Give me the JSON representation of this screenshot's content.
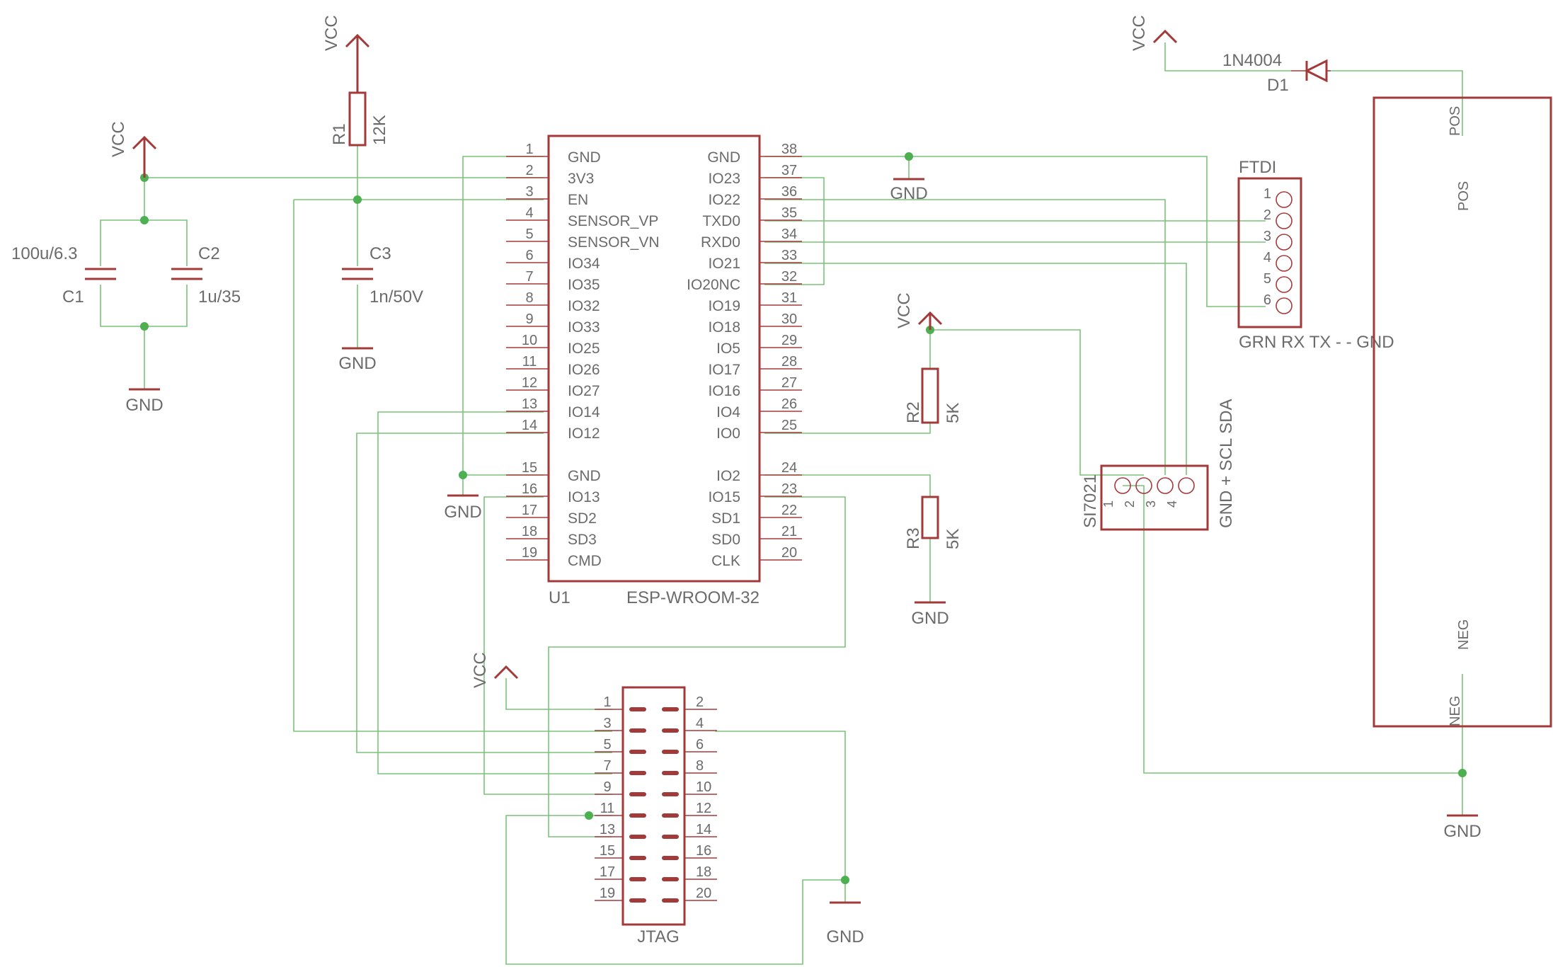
{
  "supplies": {
    "vcc": "VCC",
    "gnd": "GND"
  },
  "caps": {
    "c1": {
      "ref": "C1",
      "value": "100u/6.3"
    },
    "c2": {
      "ref": "C2",
      "value": "1u/35"
    },
    "c3": {
      "ref": "C3",
      "value": "1n/50V"
    }
  },
  "resistors": {
    "r1": {
      "ref": "R1",
      "value": "12K"
    },
    "r2": {
      "ref": "R2",
      "value": "5K"
    },
    "r3": {
      "ref": "R3",
      "value": "5K"
    }
  },
  "esp": {
    "ref": "U1",
    "value": "ESP-WROOM-32",
    "left_pins": [
      {
        "num": "1",
        "name": "GND"
      },
      {
        "num": "2",
        "name": "3V3"
      },
      {
        "num": "3",
        "name": "EN"
      },
      {
        "num": "4",
        "name": "SENSOR_VP"
      },
      {
        "num": "5",
        "name": "SENSOR_VN"
      },
      {
        "num": "6",
        "name": "IO34"
      },
      {
        "num": "7",
        "name": "IO35"
      },
      {
        "num": "8",
        "name": "IO32"
      },
      {
        "num": "9",
        "name": "IO33"
      },
      {
        "num": "10",
        "name": "IO25"
      },
      {
        "num": "11",
        "name": "IO26"
      },
      {
        "num": "12",
        "name": "IO27"
      },
      {
        "num": "13",
        "name": "IO14"
      },
      {
        "num": "14",
        "name": "IO12"
      },
      {
        "num": "15",
        "name": "GND"
      },
      {
        "num": "16",
        "name": "IO13"
      },
      {
        "num": "17",
        "name": "SD2"
      },
      {
        "num": "18",
        "name": "SD3"
      },
      {
        "num": "19",
        "name": "CMD"
      }
    ],
    "right_pins": [
      {
        "num": "38",
        "name": "GND"
      },
      {
        "num": "37",
        "name": "IO23"
      },
      {
        "num": "36",
        "name": "IO22"
      },
      {
        "num": "35",
        "name": "TXD0"
      },
      {
        "num": "34",
        "name": "RXD0"
      },
      {
        "num": "33",
        "name": "IO21"
      },
      {
        "num": "32",
        "name": "IO20NC"
      },
      {
        "num": "31",
        "name": "IO19"
      },
      {
        "num": "30",
        "name": "IO18"
      },
      {
        "num": "29",
        "name": "IO5"
      },
      {
        "num": "28",
        "name": "IO17"
      },
      {
        "num": "27",
        "name": "IO16"
      },
      {
        "num": "26",
        "name": "IO4"
      },
      {
        "num": "25",
        "name": "IO0"
      },
      {
        "num": "24",
        "name": "IO2"
      },
      {
        "num": "23",
        "name": "IO15"
      },
      {
        "num": "22",
        "name": "SD1"
      },
      {
        "num": "21",
        "name": "SD0"
      },
      {
        "num": "20",
        "name": "CLK"
      }
    ]
  },
  "ftdi": {
    "name": "FTDI",
    "pins": [
      "1",
      "2",
      "3",
      "4",
      "5",
      "6"
    ],
    "caption": "GRN RX TX - - GND"
  },
  "si7021": {
    "name": "SI7021",
    "pins": [
      "1",
      "2",
      "3",
      "4"
    ],
    "caption": "GND + SCL SDA"
  },
  "diode": {
    "ref": "D1",
    "value": "1N4004"
  },
  "battery": {
    "pos_pin": "POS",
    "pos_label": "POS",
    "neg_label": "NEG",
    "neg_pin": "NEG"
  },
  "jtag": {
    "name": "JTAG",
    "left_pins": [
      "1",
      "3",
      "5",
      "7",
      "9",
      "11",
      "13",
      "15",
      "17",
      "19"
    ],
    "right_pins": [
      "2",
      "4",
      "6",
      "8",
      "10",
      "12",
      "14",
      "16",
      "18",
      "20"
    ]
  },
  "colors": {
    "wire": "#7ac47a",
    "symbol": "#a33a3a",
    "text": "#6b6b6b",
    "junction": "#4caf50"
  }
}
